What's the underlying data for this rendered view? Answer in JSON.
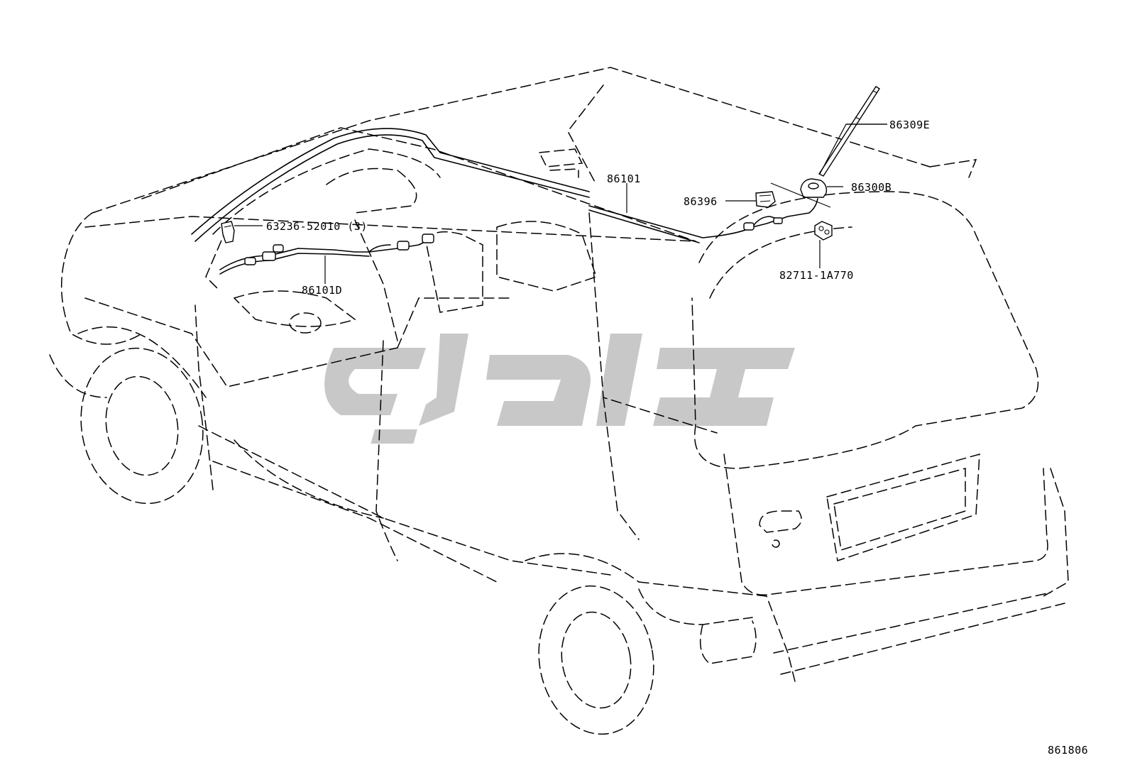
{
  "parts": [
    {
      "id": "p-86309e",
      "label": "86309E"
    },
    {
      "id": "p-86300b",
      "label": "86300B"
    },
    {
      "id": "p-86101",
      "label": "86101"
    },
    {
      "id": "p-86396",
      "label": "86396"
    },
    {
      "id": "p-63236",
      "label": "63236-52010 (3)"
    },
    {
      "id": "p-86101d",
      "label": "86101D"
    },
    {
      "id": "p-82711",
      "label": "82711-1A770"
    }
  ],
  "figure_code": "861806",
  "colors": {
    "line": "#000000",
    "watermark": "#c8c8c8",
    "background": "#ffffff"
  }
}
